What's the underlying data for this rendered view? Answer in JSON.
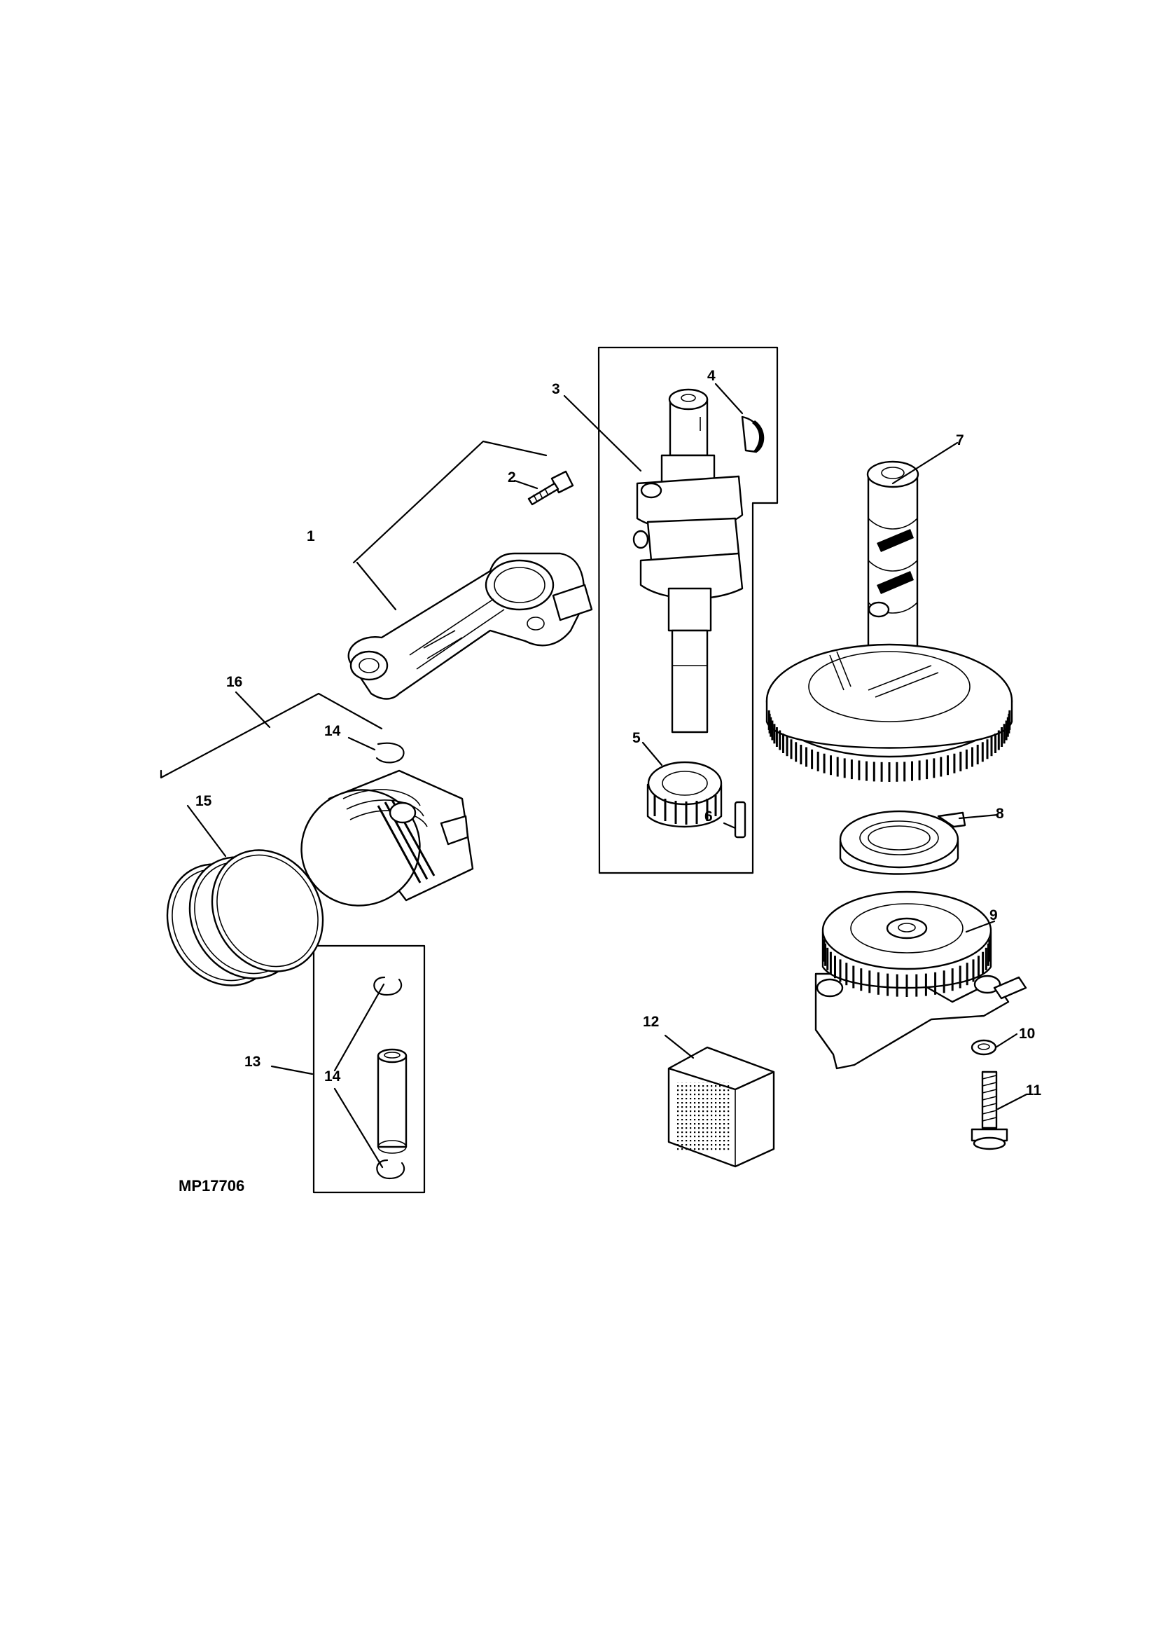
{
  "figure_id": "MP17706",
  "callouts": [
    {
      "id": "c1",
      "label": "1"
    },
    {
      "id": "c2",
      "label": "2"
    },
    {
      "id": "c3",
      "label": "3"
    },
    {
      "id": "c4",
      "label": "4"
    },
    {
      "id": "c5",
      "label": "5"
    },
    {
      "id": "c6",
      "label": "6"
    },
    {
      "id": "c7",
      "label": "7"
    },
    {
      "id": "c8",
      "label": "8"
    },
    {
      "id": "c9",
      "label": "9"
    },
    {
      "id": "c10",
      "label": "10"
    },
    {
      "id": "c11",
      "label": "11"
    },
    {
      "id": "c12",
      "label": "12"
    },
    {
      "id": "c13",
      "label": "13"
    },
    {
      "id": "c14a",
      "label": "14"
    },
    {
      "id": "c14b",
      "label": "14"
    },
    {
      "id": "c15",
      "label": "15"
    },
    {
      "id": "c16",
      "label": "16"
    }
  ]
}
